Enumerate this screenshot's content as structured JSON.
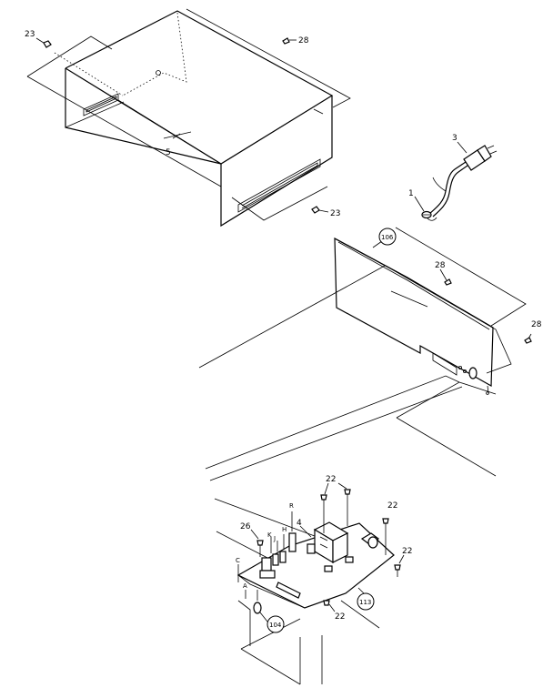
{
  "callouts": {
    "screw_top_left": "23",
    "screw_top_right": "28",
    "cover": "5",
    "screw_cover_bottom": "23",
    "cord": "3",
    "strain_relief": "1",
    "rear_panel": "106",
    "screw_rear_top": "28",
    "screw_rear_right": "28",
    "screw_pcb_top": "22",
    "screw_pcb_right": "22",
    "screw_pcb_right2": "22",
    "screw_pcb_bottom": "22",
    "transformer": "4",
    "screw_pcb_left": "26",
    "pcb": "113",
    "switch": "104"
  },
  "pcb_letters": {
    "a": "R",
    "b": "K",
    "c": "J",
    "d": "H",
    "e": "C",
    "f": "A"
  }
}
